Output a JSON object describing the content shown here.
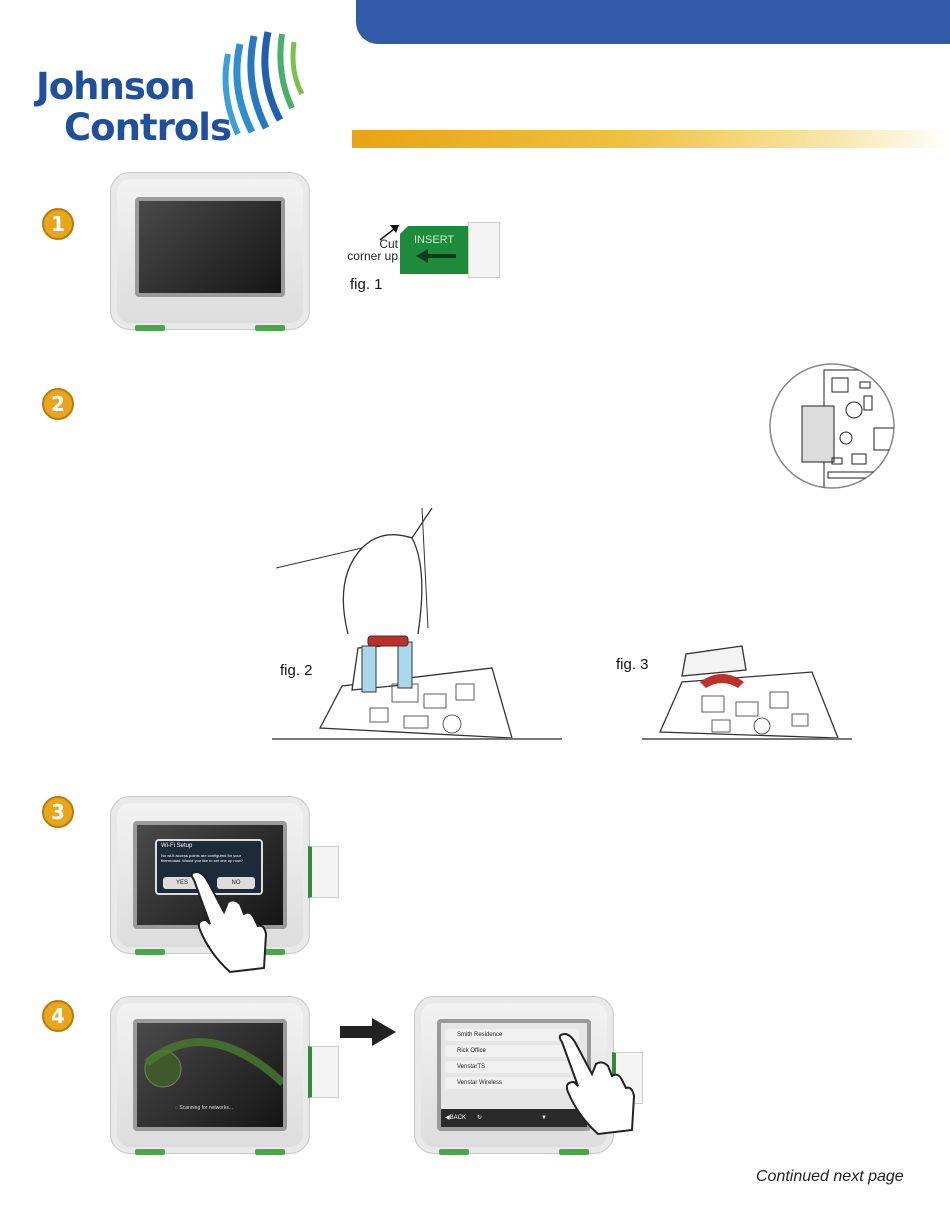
{
  "header": {
    "logo_line1": "Johnson",
    "logo_line2": "Controls",
    "brand_blue": "#2f5ba8",
    "accent_gold": "#e8a413"
  },
  "steps": [
    {
      "number": "1"
    },
    {
      "number": "2"
    },
    {
      "number": "3"
    },
    {
      "number": "4"
    }
  ],
  "fig1": {
    "label": "fig. 1",
    "cut_text_1": "Cut",
    "cut_text_2": "corner up",
    "card_text": "INSERT"
  },
  "fig2": {
    "label": "fig. 2"
  },
  "fig3": {
    "label": "fig. 3"
  },
  "wifi_dialog": {
    "title": "Wi-Fi Setup",
    "message": "No wi-fi access points are configured for your thermostat. Would you like to set one up now?",
    "yes": "YES",
    "no": "NO"
  },
  "scanning": {
    "text": "Scanning for networks..."
  },
  "networks": {
    "items": [
      "Smith Residence",
      "Rick Office",
      "VenstarTS",
      "Venstar Wireless"
    ],
    "back": "BACK"
  },
  "footer": {
    "continued": "Continued next page"
  }
}
